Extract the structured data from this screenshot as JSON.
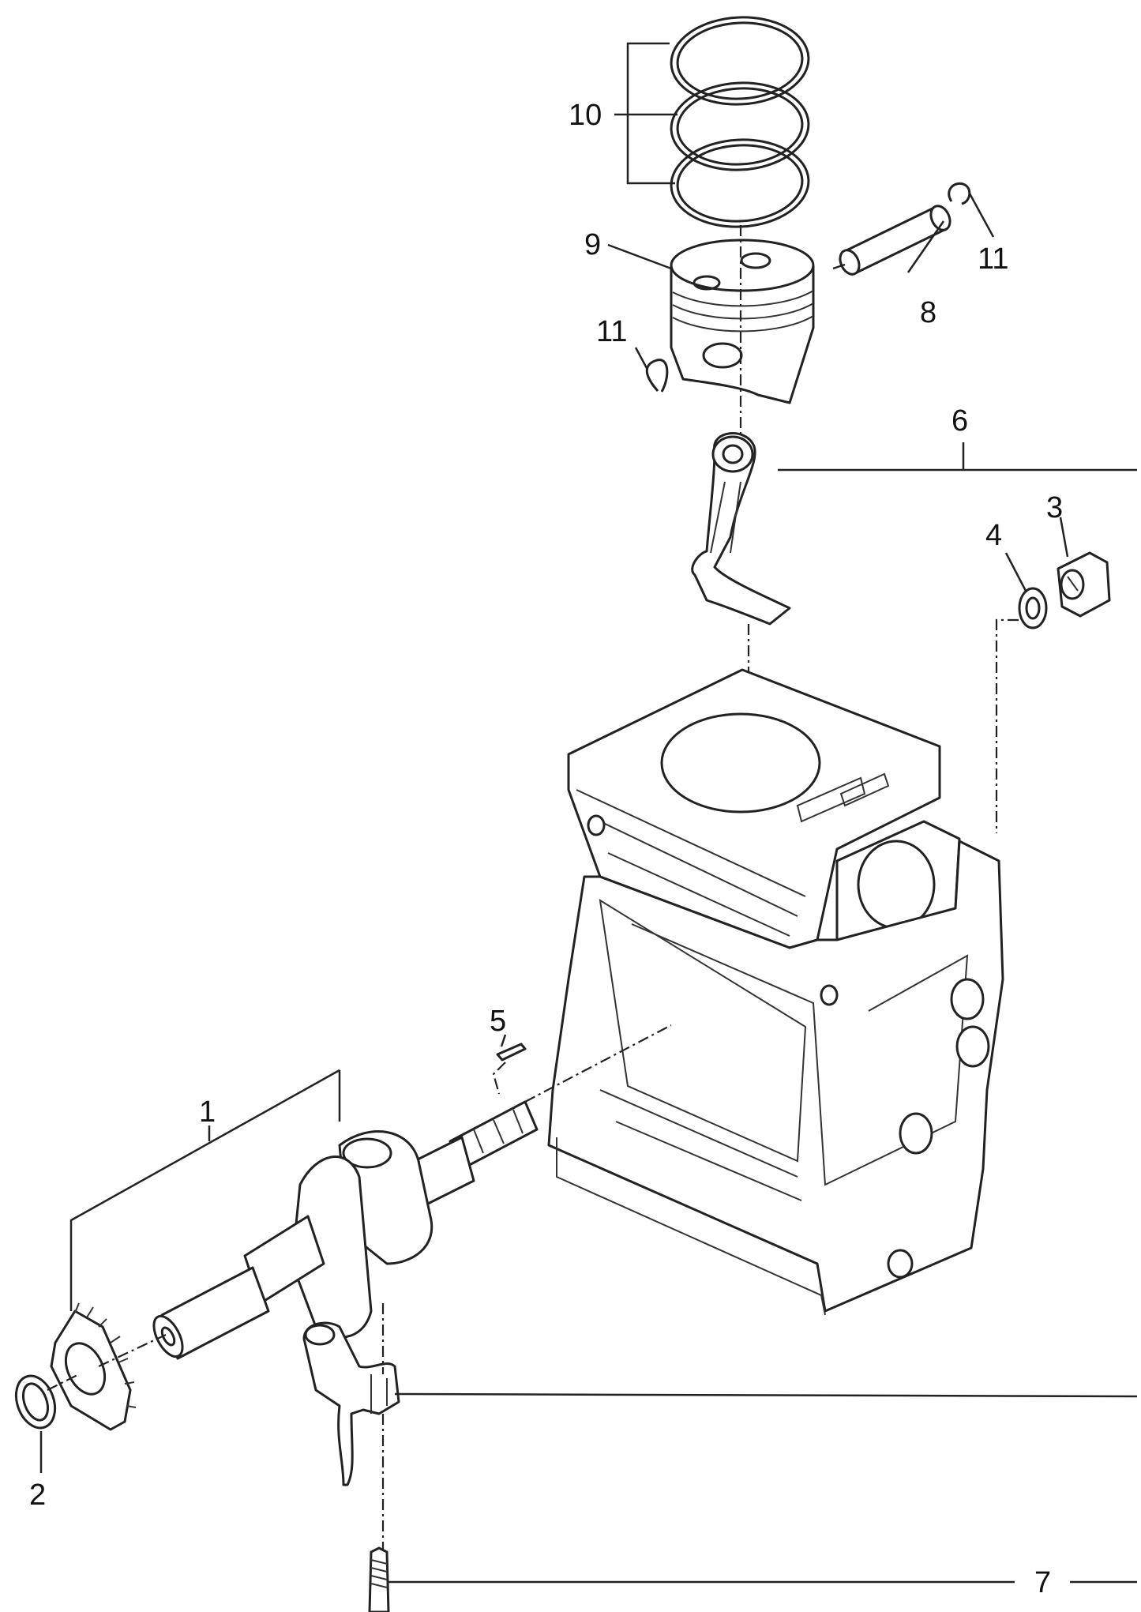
{
  "callouts": [
    {
      "id": "p1",
      "text": "1"
    },
    {
      "id": "p2",
      "text": "2"
    },
    {
      "id": "p3",
      "text": "3"
    },
    {
      "id": "p4",
      "text": "4"
    },
    {
      "id": "p5",
      "text": "5"
    },
    {
      "id": "p6",
      "text": "6"
    },
    {
      "id": "p7",
      "text": "7"
    },
    {
      "id": "p8",
      "text": "8"
    },
    {
      "id": "p9",
      "text": "9"
    },
    {
      "id": "p10",
      "text": "10"
    },
    {
      "id": "p11a",
      "text": "11"
    },
    {
      "id": "p11b",
      "text": "11"
    }
  ]
}
